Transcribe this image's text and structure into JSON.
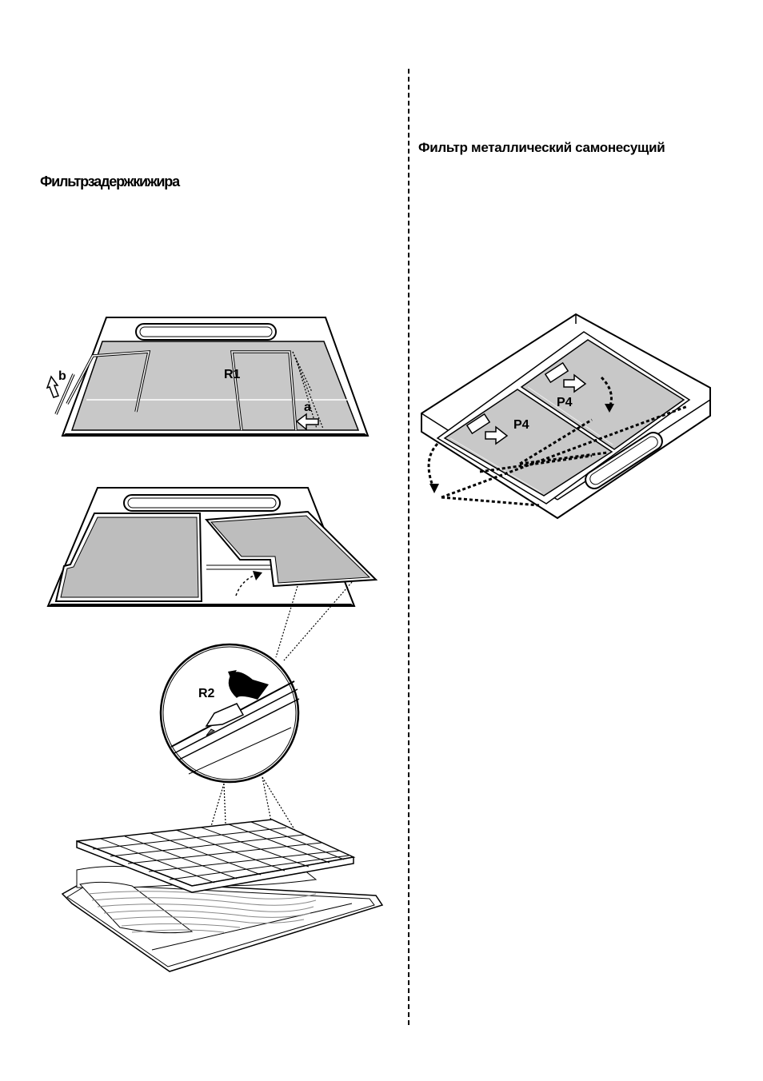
{
  "left_section": {
    "heading": "Фильтрзадержкижира"
  },
  "right_section": {
    "heading": "Фильтр металлический самонесущий"
  },
  "figure_labels": {
    "r1": "R1",
    "a": "a",
    "b": "b",
    "r2": "R2",
    "p4_upper": "P4",
    "p4_lower": "P4"
  },
  "colors": {
    "panel_gray": "#c8c8c8",
    "filter_gray": "#bdbdbd",
    "ink": "#000000"
  }
}
